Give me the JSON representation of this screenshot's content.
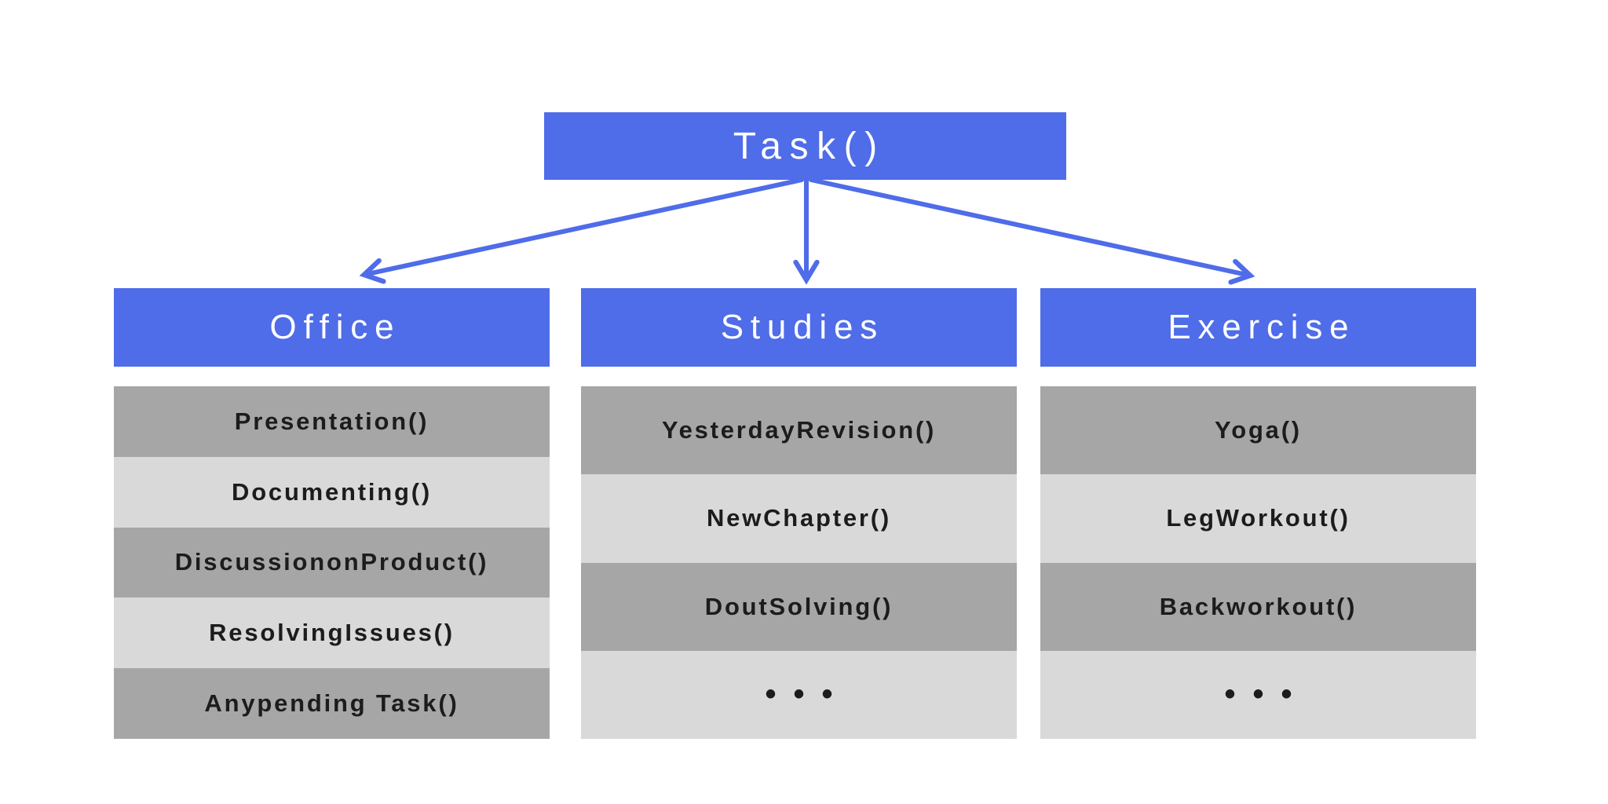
{
  "diagram": {
    "root_label": "Task()",
    "columns": [
      {
        "header": "Office",
        "items": [
          "Presentation()",
          "Documenting()",
          "DiscussiononProduct()",
          "ResolvingIssues()",
          "Anypending Task()"
        ]
      },
      {
        "header": "Studies",
        "items": [
          "YesterdayRevision()",
          "NewChapter()",
          "DoutSolving()",
          "•••"
        ]
      },
      {
        "header": "Exercise",
        "items": [
          "Yoga()",
          "LegWorkout()",
          "Backworkout()",
          "•••"
        ]
      }
    ],
    "colors": {
      "accent_blue": "#4F6CE9",
      "row_dark": "#A6A6A6",
      "row_light": "#D9D9D9",
      "row_text": "#1C1C1C",
      "header_text": "#FFFFFF",
      "background": "#FFFFFF"
    }
  }
}
